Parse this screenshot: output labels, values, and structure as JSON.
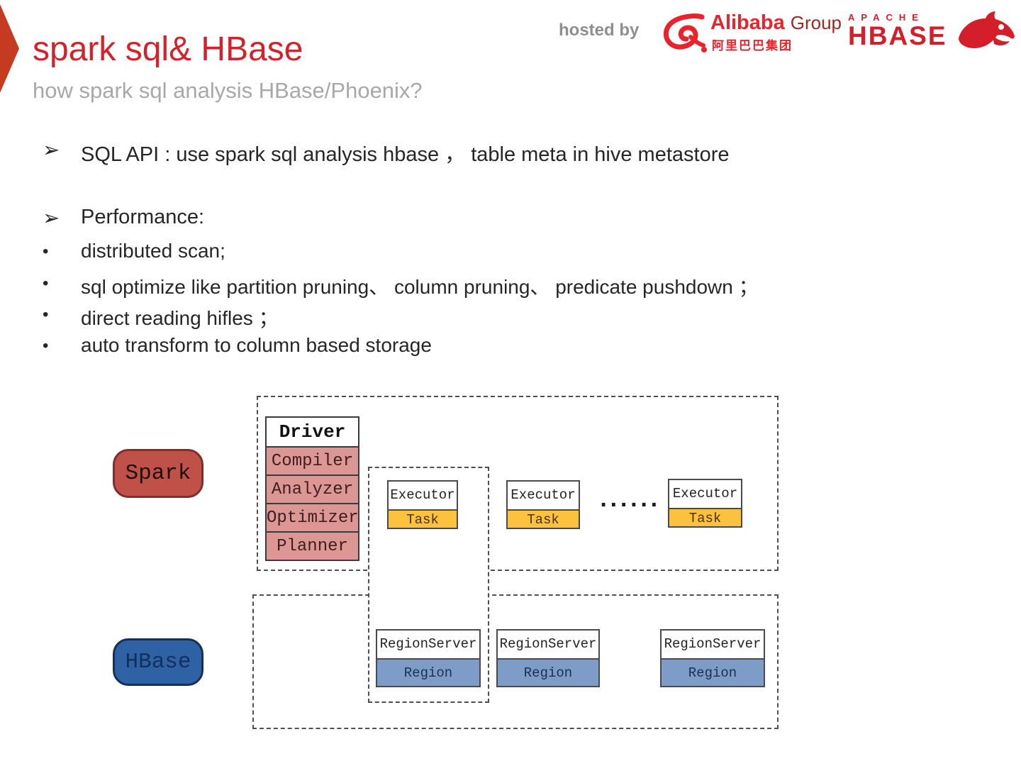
{
  "header": {
    "title": "spark sql& HBase",
    "subtitle": "how spark sql analysis HBase/Phoenix?",
    "hosted_by": "hosted by",
    "alibaba_logo": {
      "name": "Alibaba",
      "group": "Group",
      "chinese": "阿里巴巴集团"
    },
    "hbase_logo": {
      "apache": "APACHE",
      "hbase": "HBASE"
    }
  },
  "bullets": {
    "arrow_marker": "➢",
    "dot_marker": "•",
    "arrow_items": [
      "SQL API : use spark sql analysis hbase ， table meta in hive metastore",
      "Performance:"
    ],
    "dot_items": [
      "distributed scan;",
      "sql optimize like partition pruning、 column pruning、 predicate pushdown ；",
      "direct reading hifles ；",
      "auto transform to column based storage"
    ]
  },
  "diagram": {
    "spark_label": "Spark",
    "hbase_label": "HBase",
    "driver": {
      "header": "Driver",
      "rows": [
        "Compiler",
        "Analyzer",
        "Optimizer",
        "Planner"
      ]
    },
    "executors": [
      {
        "header": "Executor",
        "band": "Task"
      },
      {
        "header": "Executor",
        "band": "Task"
      },
      {
        "header": "Executor",
        "band": "Task"
      }
    ],
    "ellipsis": "......",
    "region_servers": [
      {
        "header": "RegionServer",
        "band": "Region"
      },
      {
        "header": "RegionServer",
        "band": "Region"
      },
      {
        "header": "RegionServer",
        "band": "Region"
      }
    ]
  },
  "colors": {
    "accent_red": "#d2232b",
    "logo_red": "#d41e2a",
    "spark_fill": "#c05149",
    "driver_row_pink": "#dc9694",
    "task_yellow": "#fcc13d",
    "hbase_fill": "#2e62a4",
    "region_blue": "#7d9dc8"
  }
}
